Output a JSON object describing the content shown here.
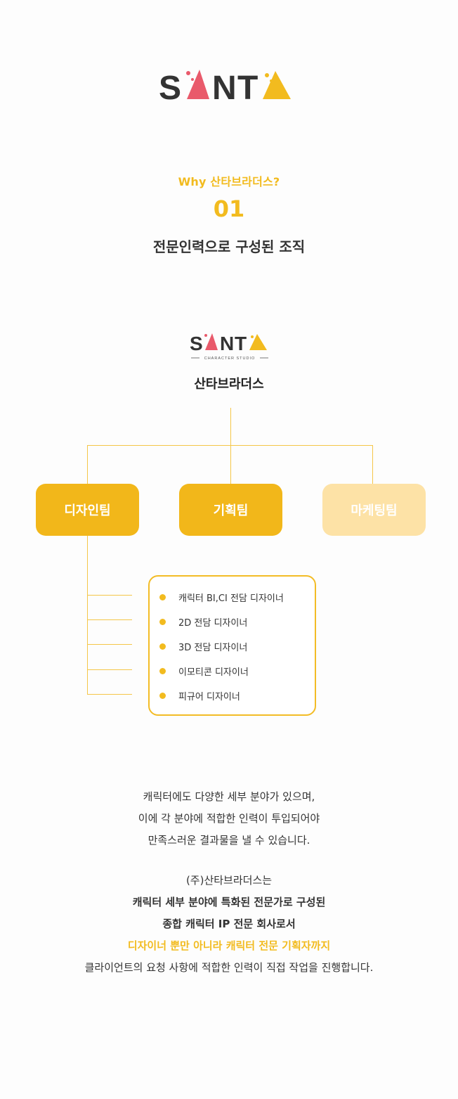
{
  "logo": {
    "letters": [
      "S",
      "N",
      "T"
    ],
    "tagline": "CHARACTER STUDIO",
    "colors": {
      "dark": "#333333",
      "pink": "#e95a6b",
      "yellow": "#f2bb1f"
    }
  },
  "intro": {
    "kicker": "Why 산타브라더스?",
    "number": "01",
    "title": "전문인력으로 구성된 조직"
  },
  "org": {
    "company": "산타브라더스",
    "teams": [
      {
        "label": "디자인팀",
        "active": true
      },
      {
        "label": "기획팀",
        "active": true
      },
      {
        "label": "마케팅팀",
        "active": false
      }
    ],
    "roles": [
      "캐릭터 BI,CI 전담 디자이너",
      "2D 전담 디자이너",
      "3D 전담 디자이너",
      "이모티콘 디자이너",
      "피규어 디자이너"
    ]
  },
  "description": {
    "lines1": [
      "캐릭터에도 다양한 세부 분야가 있으며,",
      "이에 각 분야에 적합한 인력이 투입되어야",
      "만족스러운 결과물을 낼 수 있습니다."
    ],
    "line_company": "(주)산타브라더스는",
    "line_bold1": "캐릭터 세부 분야에 특화된 전문가로 구성된",
    "line_bold2": "종합 캐릭터 IP 전문 회사로서",
    "line_highlight": "디자이너 뿐만 아니라 캐릭터 전문 기획자까지",
    "line_last": "클라이언트의 요청 사항에 적합한 인력이 직접 작업을 진행합니다."
  },
  "colors": {
    "accent": "#f2bb1f",
    "accent_light": "#fde2a6",
    "line": "#f5c648",
    "text": "#333333"
  }
}
